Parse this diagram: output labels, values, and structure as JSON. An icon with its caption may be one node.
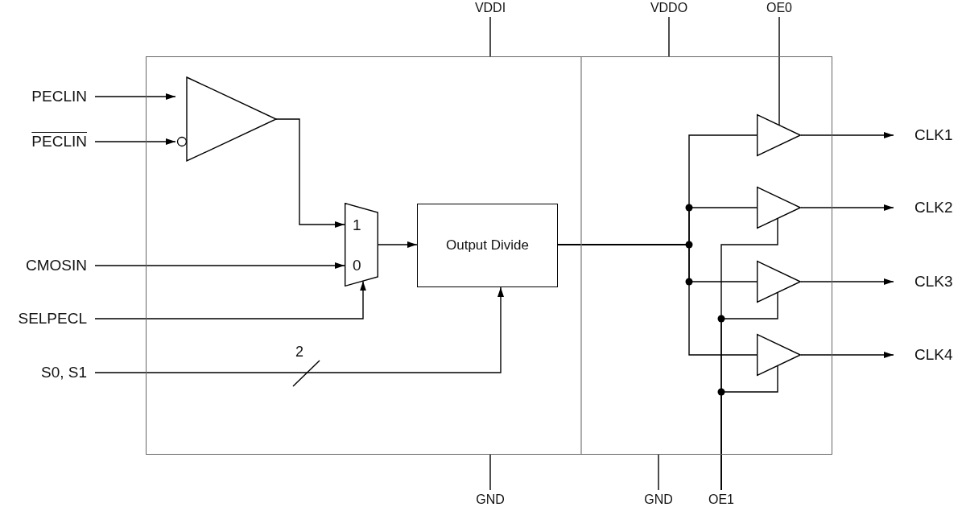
{
  "diagram": {
    "nodes": [
      {
        "text": [],
        "shape": "box"
      },
      {
        "text": [
          "PECLIN"
        ]
      },
      {
        "text": [
          "PECLIN"
        ]
      },
      {
        "text": [
          "CMOSIN"
        ]
      },
      {
        "text": [
          "SELPECL"
        ]
      },
      {
        "text": [
          "S0, S1"
        ]
      },
      {
        "text": [],
        "shape": "triangle",
        "in": 0
      },
      {
        "text": [
          "1",
          "0"
        ],
        "in": 0
      },
      {
        "text": [
          "Output Divide"
        ],
        "in": 0
      },
      {
        "text": [],
        "shape": "triangle",
        "in": 0
      },
      {
        "text": [],
        "shape": "triangle",
        "in": 0
      },
      {
        "text": [],
        "shape": "triangle",
        "in": 0
      },
      {
        "text": [],
        "shape": "triangle",
        "in": 0
      },
      {
        "text": [
          "CLK1"
        ]
      },
      {
        "text": [
          "CLK2"
        ]
      },
      {
        "text": [
          "CLK3"
        ]
      },
      {
        "text": [
          "CLK4"
        ]
      },
      {
        "text": [
          "VDDI"
        ]
      },
      {
        "text": [
          "VDDO"
        ]
      },
      {
        "text": [
          "OE0"
        ]
      },
      {
        "text": [
          "GND"
        ]
      },
      {
        "text": [
          "GND"
        ]
      },
      {
        "text": [
          "OE1"
        ]
      }
    ],
    "edges": [
      {
        "from": 1,
        "to": 6,
        "arrow": "to"
      },
      {
        "from": 2,
        "to": 6,
        "arrow": "to"
      },
      {
        "from": 6,
        "to": 7,
        "arrow": "to"
      },
      {
        "from": 3,
        "to": 7,
        "arrow": "to"
      },
      {
        "from": 4,
        "to": 7,
        "arrow": "to"
      },
      {
        "from": 7,
        "to": 8,
        "arrow": "to"
      },
      {
        "from": 5,
        "to": 8,
        "arrow": "to",
        "label": "2"
      },
      {
        "from": 8,
        "to": 9,
        "arrow": "none"
      },
      {
        "from": 8,
        "to": 10,
        "arrow": "none"
      },
      {
        "from": 8,
        "to": 11,
        "arrow": "none"
      },
      {
        "from": 8,
        "to": 12,
        "arrow": "none"
      },
      {
        "from": 9,
        "to": 13,
        "arrow": "to"
      },
      {
        "from": 10,
        "to": 14,
        "arrow": "to"
      },
      {
        "from": 11,
        "to": 15,
        "arrow": "to"
      },
      {
        "from": 12,
        "to": 16,
        "arrow": "to"
      },
      {
        "from": 17,
        "to": 0,
        "arrow": "none"
      },
      {
        "from": 18,
        "to": 0,
        "arrow": "none"
      },
      {
        "from": 19,
        "to": 9,
        "arrow": "none"
      },
      {
        "from": 20,
        "to": 0,
        "arrow": "none"
      },
      {
        "from": 21,
        "to": 0,
        "arrow": "none"
      },
      {
        "from": 22,
        "to": 10,
        "arrow": "none"
      },
      {
        "from": 22,
        "to": 11,
        "arrow": "none"
      },
      {
        "from": 22,
        "to": 12,
        "arrow": "none"
      }
    ]
  }
}
